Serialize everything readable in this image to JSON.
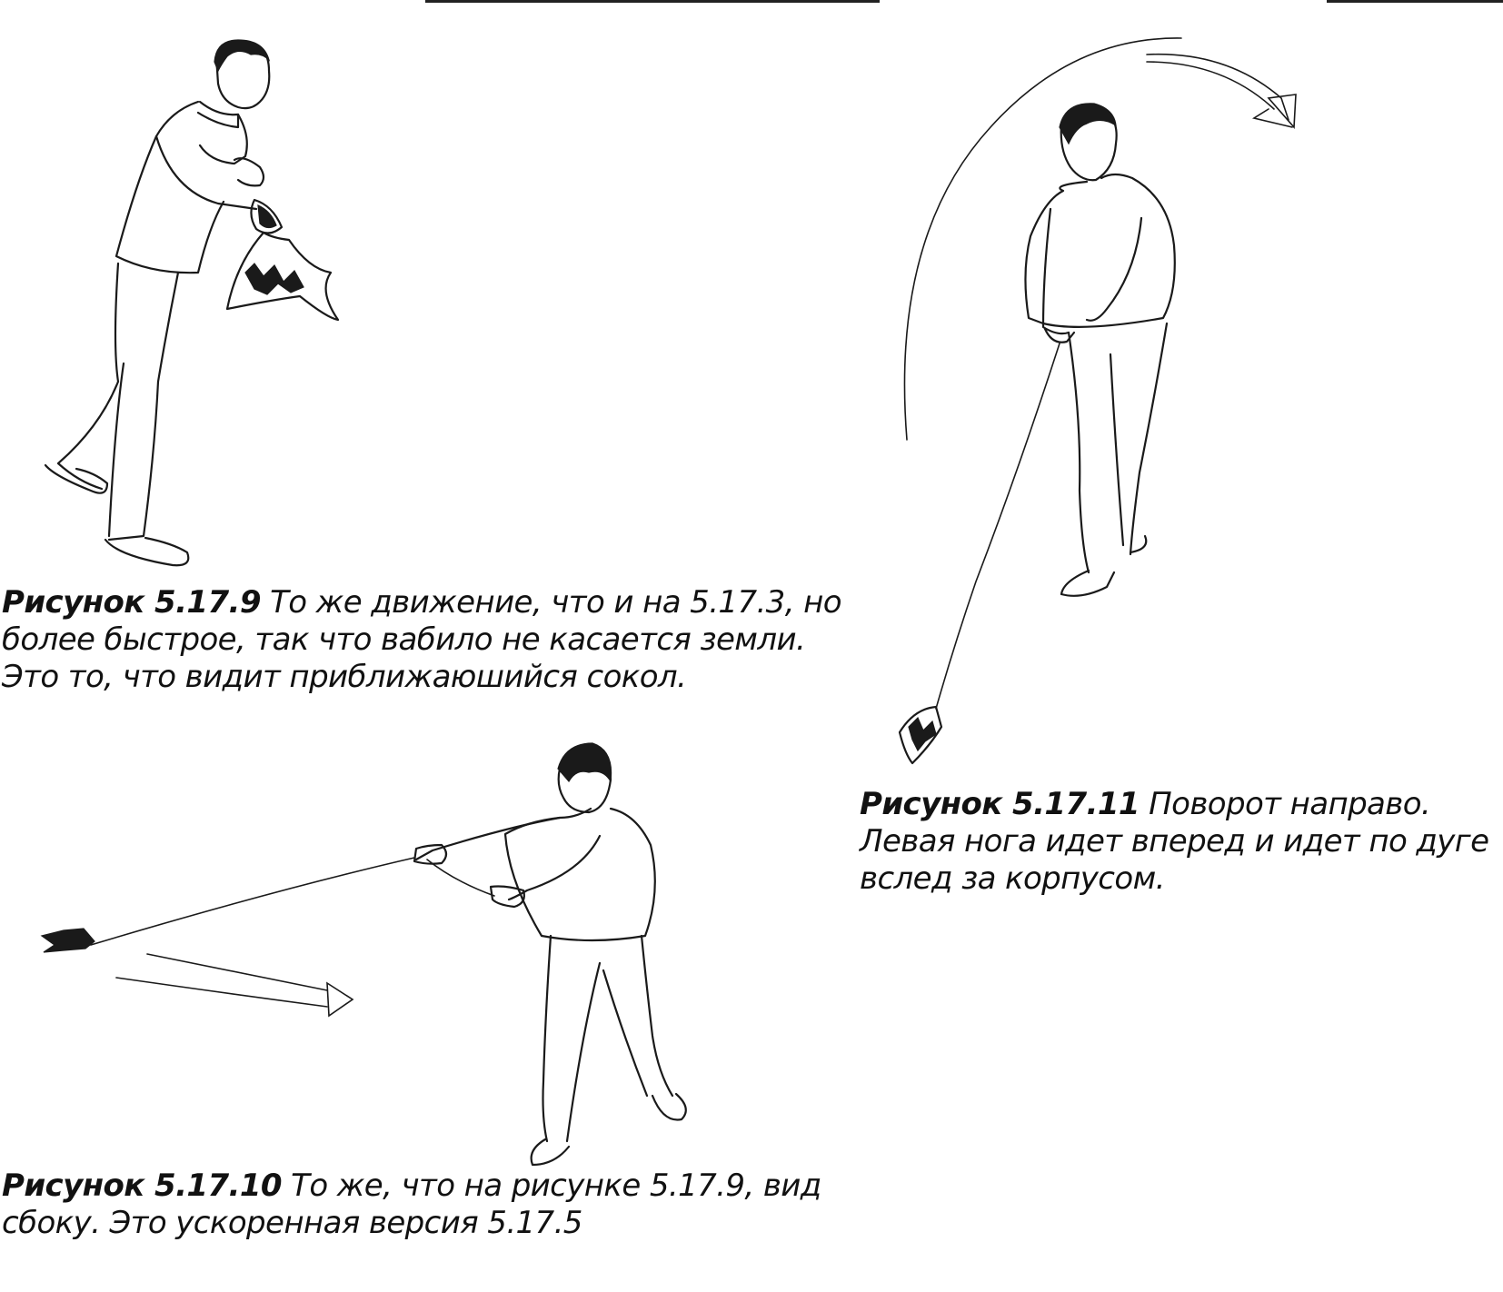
{
  "figures": [
    {
      "number": "Рисунок 5.17.9",
      "lines": [
        "То же движение, что и на 5.17.3, но",
        "более быстрое, так что вабило не касается земли.",
        "Это то, что видит приближаюшийся сокол."
      ]
    },
    {
      "number": "Рисунок 5.17.10",
      "lines": [
        "То же, что на рисунке 5.17.9, вид",
        "сбоку. Это ускоренная версия 5.17.5"
      ]
    },
    {
      "number": "Рисунок 5.17.11",
      "lines": [
        "Поворот направо.",
        "Левая нога идет вперед и идет по дуге",
        "вслед за корпусом."
      ]
    }
  ]
}
